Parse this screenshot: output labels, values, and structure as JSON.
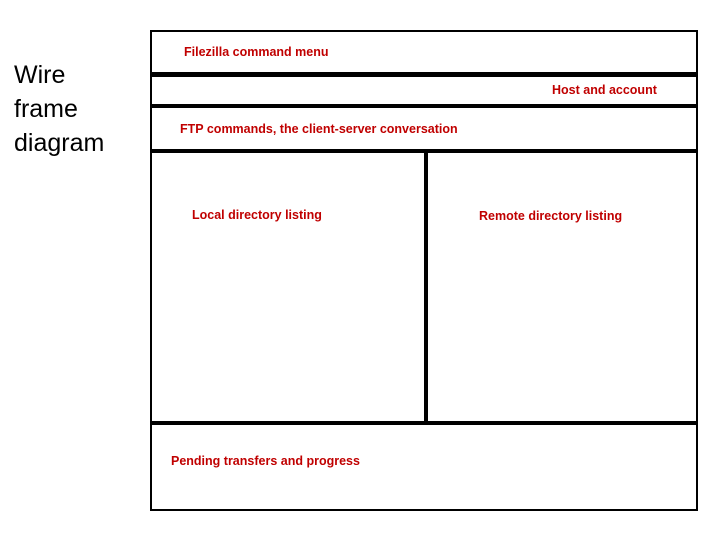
{
  "diagram": {
    "title": "Wire\nframe\ndiagram",
    "accent_color": "#C00000",
    "line_color": "#000000",
    "panels": [
      {
        "id": "menu",
        "label": "Filezilla command menu"
      },
      {
        "id": "host",
        "label": "Host and account"
      },
      {
        "id": "commands",
        "label": "FTP commands, the client-server conversation"
      },
      {
        "id": "local",
        "label": "Local directory listing"
      },
      {
        "id": "remote",
        "label": "Remote directory listing"
      },
      {
        "id": "transfers",
        "label": "Pending transfers and progress"
      }
    ]
  }
}
